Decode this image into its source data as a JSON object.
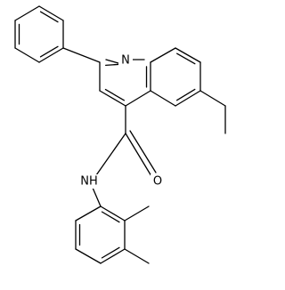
{
  "molecule": {
    "atom_labels": {
      "ring_nitrogen": "N",
      "amide_nh": "NH",
      "carbonyl_oxygen": "O"
    }
  }
}
